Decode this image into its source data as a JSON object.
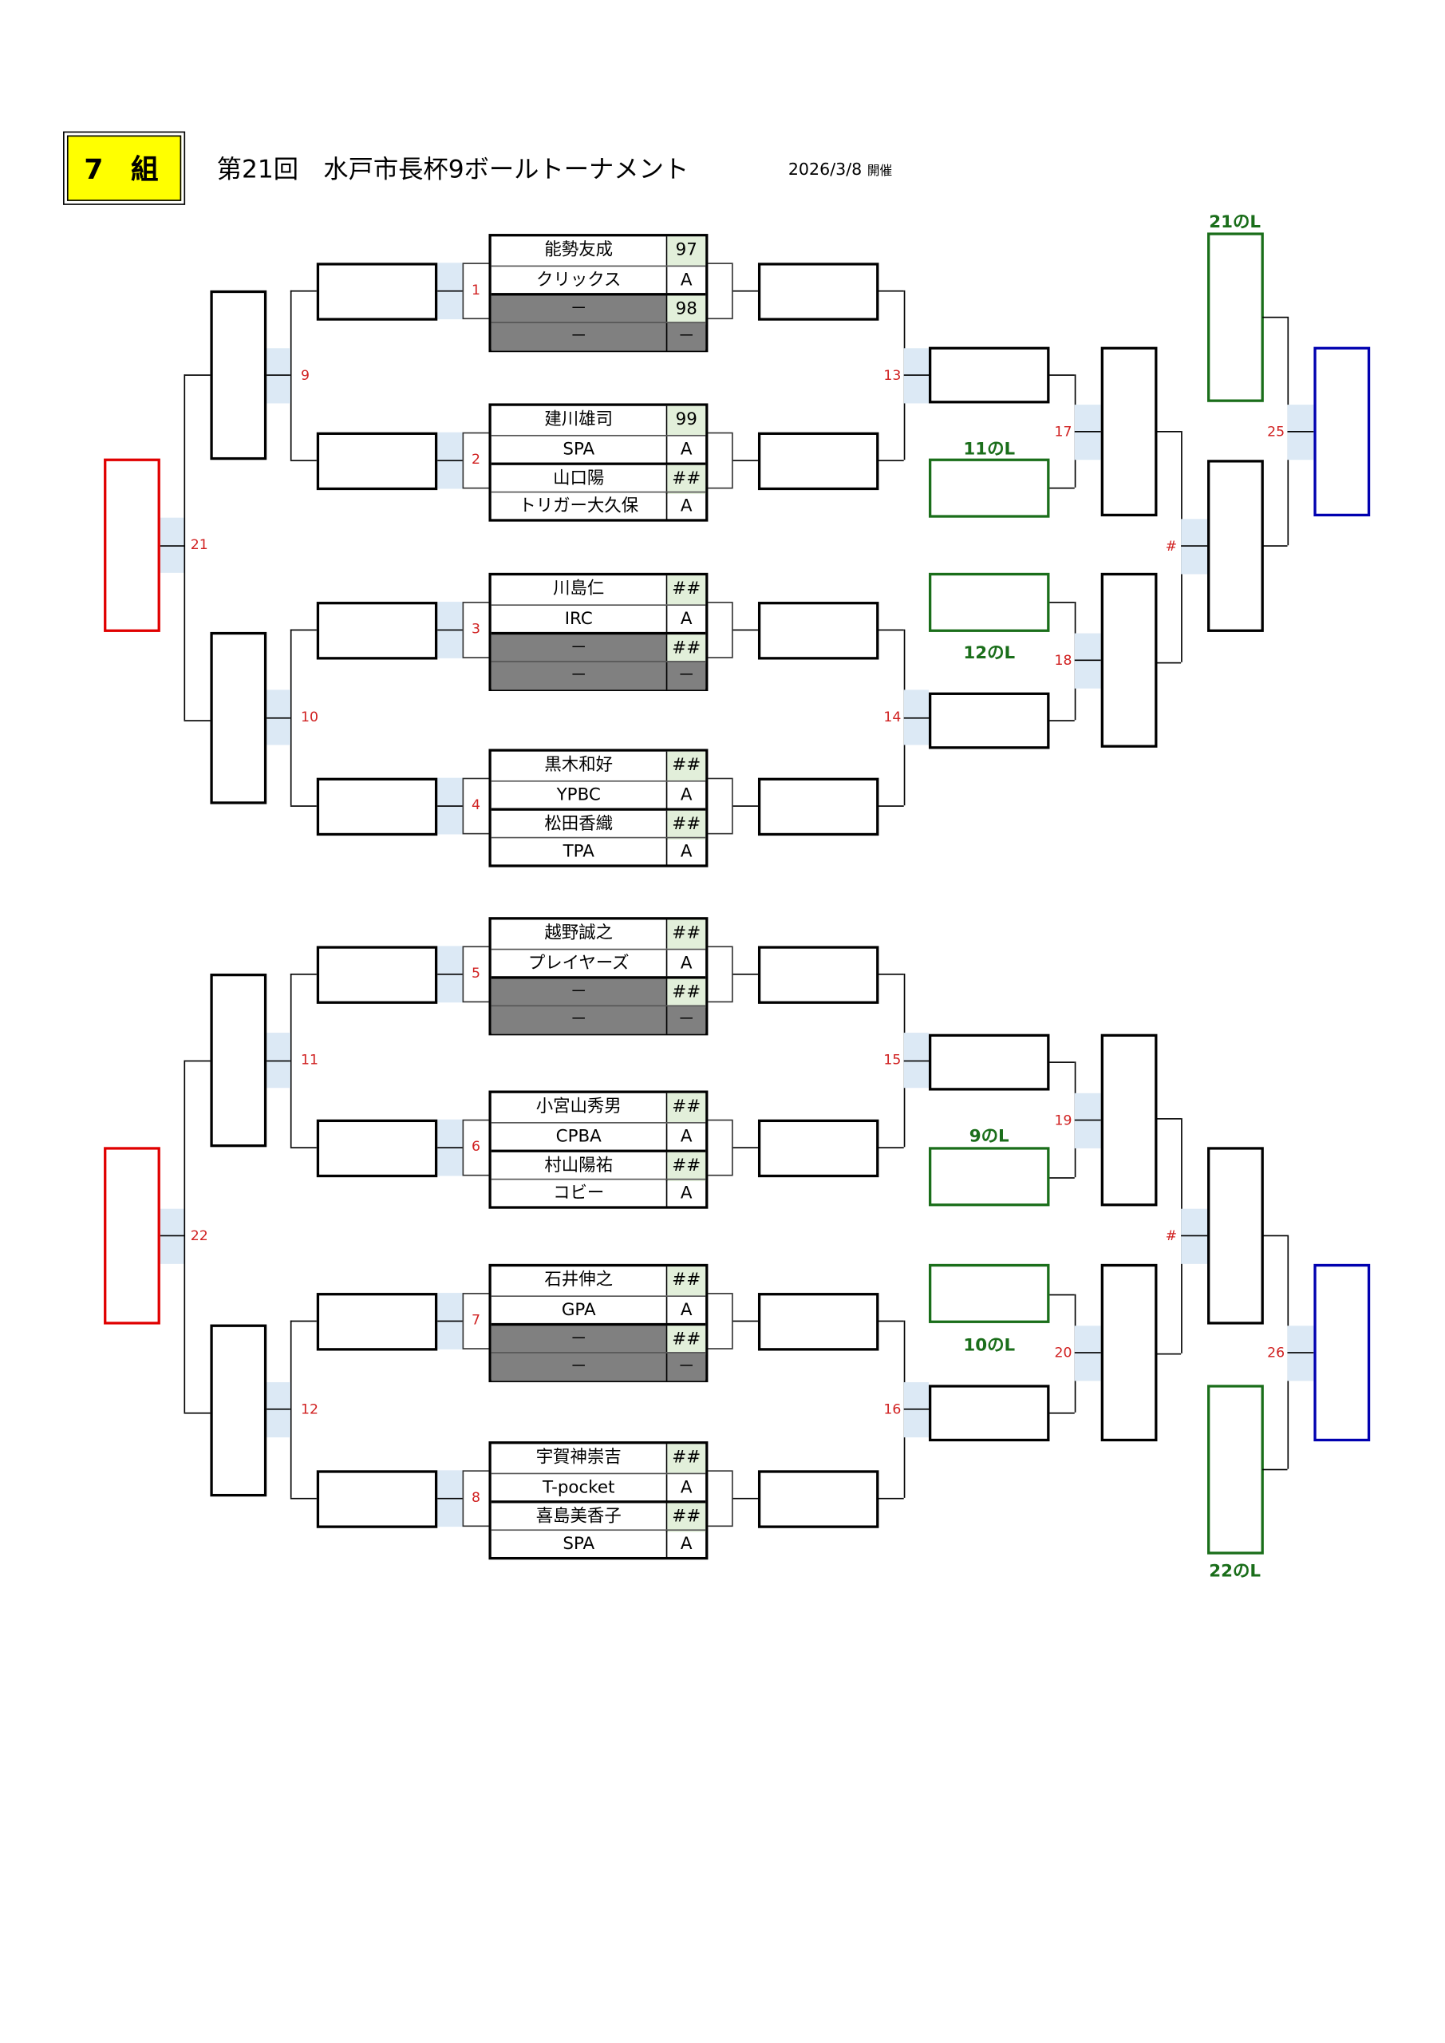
{
  "header": {
    "group_label": "7　組",
    "title": "第21回　水戸市長杯9ボールトーナメント",
    "date": "2026/3/8",
    "date_suffix": "開催"
  },
  "colors": {
    "final_left": "#e00000",
    "final_right": "#0000b0",
    "loser_slot": "#1a6e1a",
    "highlight": "#e2efda",
    "bye": "#808080"
  },
  "matches": [
    {
      "number": "1",
      "players": [
        {
          "name": "能勢友成",
          "score": "97"
        },
        {
          "name": "クリックス",
          "score": "A"
        },
        {
          "name": "－",
          "score": "98",
          "bye": true
        },
        {
          "name": "－",
          "score": "－",
          "bye": true
        }
      ]
    },
    {
      "number": "2",
      "players": [
        {
          "name": "建川雄司",
          "score": "99"
        },
        {
          "name": "SPA",
          "score": "A"
        },
        {
          "name": "山口陽",
          "score": "##"
        },
        {
          "name": "トリガー大久保",
          "score": "A"
        }
      ]
    },
    {
      "number": "3",
      "players": [
        {
          "name": "川島仁",
          "score": "##"
        },
        {
          "name": "IRC",
          "score": "A"
        },
        {
          "name": "－",
          "score": "##",
          "bye": true
        },
        {
          "name": "－",
          "score": "－",
          "bye": true
        }
      ]
    },
    {
      "number": "4",
      "players": [
        {
          "name": "黒木和好",
          "score": "##"
        },
        {
          "name": "YPBC",
          "score": "A"
        },
        {
          "name": "松田香織",
          "score": "##"
        },
        {
          "name": "TPA",
          "score": "A"
        }
      ]
    },
    {
      "number": "5",
      "players": [
        {
          "name": "越野誠之",
          "score": "##"
        },
        {
          "name": "プレイヤーズ",
          "score": "A"
        },
        {
          "name": "－",
          "score": "##",
          "bye": true
        },
        {
          "name": "－",
          "score": "－",
          "bye": true
        }
      ]
    },
    {
      "number": "6",
      "players": [
        {
          "name": "小宮山秀男",
          "score": "##"
        },
        {
          "name": "CPBA",
          "score": "A"
        },
        {
          "name": "村山陽祐",
          "score": "##"
        },
        {
          "name": "コビー",
          "score": "A"
        }
      ]
    },
    {
      "number": "7",
      "players": [
        {
          "name": "石井伸之",
          "score": "##"
        },
        {
          "name": "GPA",
          "score": "A"
        },
        {
          "name": "－",
          "score": "##",
          "bye": true
        },
        {
          "name": "－",
          "score": "－",
          "bye": true
        }
      ]
    },
    {
      "number": "8",
      "players": [
        {
          "name": "宇賀神崇吉",
          "score": "##"
        },
        {
          "name": "T-pocket",
          "score": "A"
        },
        {
          "name": "喜島美香子",
          "score": "##"
        },
        {
          "name": "SPA",
          "score": "A"
        }
      ]
    }
  ],
  "round_numbers": {
    "m9": "9",
    "m10": "10",
    "m11": "11",
    "m12": "12",
    "m13": "13",
    "m14": "14",
    "m15": "15",
    "m16": "16",
    "m17": "17",
    "m18": "18",
    "m19": "19",
    "m20": "20",
    "m21": "21",
    "m22": "22",
    "m23": "#",
    "m24": "#",
    "m25": "25",
    "m26": "26"
  },
  "loser_labels": {
    "l11": "11のL",
    "l12": "12のL",
    "l9": "9のL",
    "l10": "10のL",
    "l21": "21のL",
    "l22": "22のL"
  }
}
